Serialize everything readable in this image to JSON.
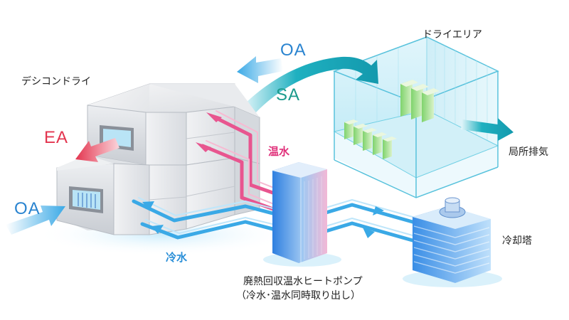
{
  "labels": {
    "desiccant_dry": "デシコンドライ",
    "dry_area": "ドライエリア",
    "oa_top": "OA",
    "sa": "SA",
    "ea": "EA",
    "oa_left": "OA",
    "hot_water": "温水",
    "cold_water": "冷水",
    "local_exhaust": "局所排気",
    "cooling_tower": "冷却塔",
    "heat_pump_line1": "廃熱回収温水ヒートポンプ",
    "heat_pump_line2": "（冷水･温水同時取り出し）"
  },
  "colors": {
    "teal_arrow": "#1fb0c0",
    "blue_arrow": "#3aa9e6",
    "pink": "#e8558f",
    "red_ea": "#e3354f",
    "oa_text": "#2a84d0",
    "sa_text": "#1a9a8c",
    "hot_water_text": "#e0307a",
    "cold_water_text": "#2a8fd8"
  }
}
